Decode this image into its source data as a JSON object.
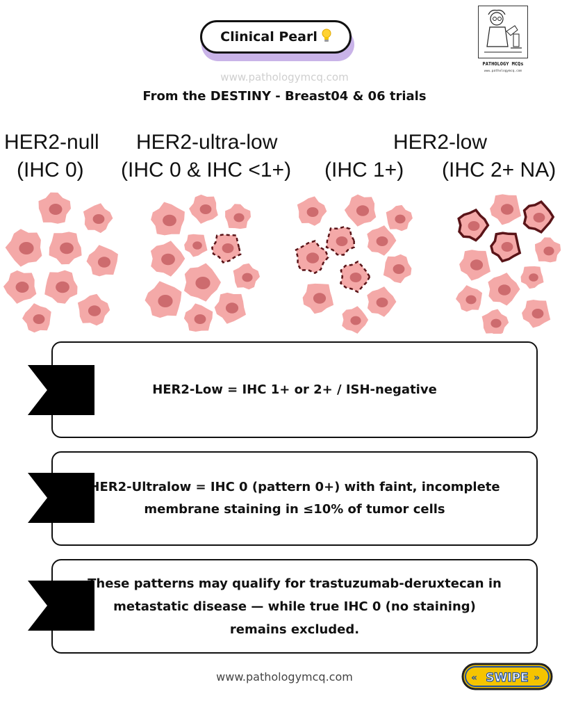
{
  "header": {
    "pill_label": "Clinical Pearl",
    "bulb_icon": "lightbulb-icon",
    "site_top": "www.pathologymcq.com",
    "subtitle": "From the DESTINY - Breast04 & 06 trials"
  },
  "logo": {
    "title": "PATHOLOGY MCQs",
    "url": "www.pathologymcq.com"
  },
  "categories": [
    {
      "line1": "HER2-null",
      "line2": "(IHC 0)"
    },
    {
      "line1": "HER2-ultra-low",
      "line2": "(IHC 0 & IHC <1+)"
    },
    {
      "group": "HER2-low",
      "sub1": "(IHC 1+)",
      "sub2": "(IHC 2+ NA)"
    }
  ],
  "colors": {
    "cell": "#f4a9a8",
    "nucleus": "#cd6b6e",
    "membrane": "#5a1418",
    "pill_shadow": "#c9b3e8",
    "swipe": "#f5c400"
  },
  "boxes": [
    {
      "lines": [
        "HER2-Low = IHC 1+ or 2+ / ISH-negative"
      ]
    },
    {
      "lines": [
        "HER2-Ultralow = IHC 0 (pattern 0+) with faint, incomplete",
        "membrane staining in ≤10% of tumor cells"
      ]
    },
    {
      "lines": [
        "These patterns may qualify for trastuzumab-deruxtecan in",
        "metastatic disease — while true IHC 0 (no staining)",
        "remains excluded."
      ]
    }
  ],
  "footer": {
    "site": "www.pathologymcq.com",
    "swipe_label": "SWIPE"
  }
}
